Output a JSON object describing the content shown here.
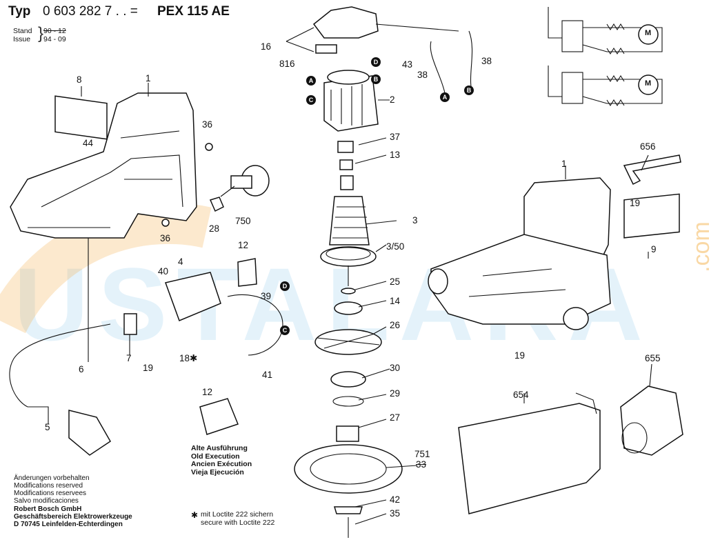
{
  "header": {
    "typ_label": "Typ",
    "part_number": "0 603 282 7 . . =",
    "model": "PEX 115 AE",
    "stand_label": "Stand",
    "stand_value": "90 - 12",
    "issue_label": "Issue",
    "issue_value": "94 - 09"
  },
  "badges": [
    "A",
    "B",
    "C",
    "D"
  ],
  "callouts": {
    "c1_left": "1",
    "c1_right": "1",
    "c2": "2",
    "c3": "3",
    "c3_50": "3/50",
    "c4": "4",
    "c5": "5",
    "c6": "6",
    "c7": "7",
    "c8": "8",
    "c9": "9",
    "c12_top": "12",
    "c12_inset": "12",
    "c13": "13",
    "c14": "14",
    "c16": "16",
    "c18": "18",
    "c19_a": "19",
    "c19_b": "19",
    "c19_c": "19",
    "c25": "25",
    "c26": "26",
    "c27": "27",
    "c28": "28",
    "c29": "29",
    "c30": "30",
    "c33": "33",
    "c35": "35",
    "c36_a": "36",
    "c36_b": "36",
    "c37": "37",
    "c38_a": "38",
    "c38_b": "38",
    "c39": "39",
    "c40": "40",
    "c41": "41",
    "c42": "42",
    "c43": "43",
    "c44": "44",
    "c654": "654",
    "c655": "655",
    "c656": "656",
    "c750": "750",
    "c751": "751",
    "c816": "816"
  },
  "loctite_marker": "✱",
  "old_execution": [
    "Alte Ausführung",
    "Old Execution",
    "Ancien Exécution",
    "Vieja Ejecución"
  ],
  "changes_note": [
    "Änderungen vorbehalten",
    "Modifications reserved",
    "Modifications reservees",
    "Salvo modificaciones"
  ],
  "company": [
    "Robert Bosch GmbH",
    "Geschäftsbereich Elektrowerkzeuge",
    "D 70745 Leinfelden-Echterdingen"
  ],
  "loctite_note": [
    "mit Loctite 222 sichern",
    "secure with Loctite 222"
  ],
  "motor_label": "M",
  "watermark": {
    "text": "USTALARA",
    "suffix": ".com"
  }
}
